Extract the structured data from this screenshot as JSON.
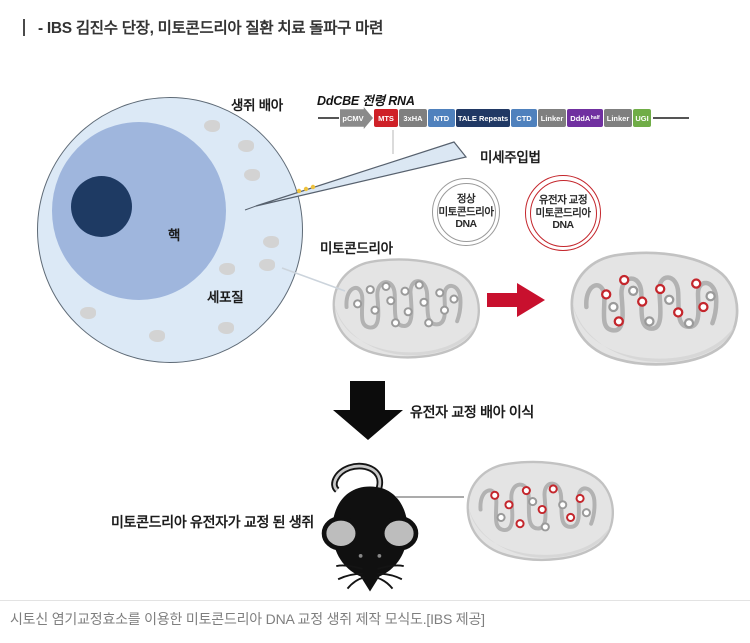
{
  "headline": {
    "bar": "|",
    "text": "- IBS 김진수 단장, 미토콘드리아 질환 치료 돌파구 마련"
  },
  "colors": {
    "cell_fill": "#dce9f6",
    "nucleus_fill": "#9fb6dd",
    "nucleolus_fill": "#1e3a63",
    "edited_red": "#c4262c",
    "arrow_red": "#c8102e",
    "arrow_black": "#0c0c0c",
    "mito_gray": "#e4e4e4"
  },
  "diagram": {
    "embryo_label": "생쥐 배아",
    "nucleus_label": "핵",
    "cytoplasm_label": "세포질",
    "microinjection_label": "미세주입법",
    "mitochondria_label": "미토콘드리아",
    "construct": {
      "title": "DdCBE 전령 RNA",
      "segments": [
        {
          "label": "pCMV",
          "color": "#8a8a8a"
        },
        {
          "label": "MTS",
          "color": "#cf2128"
        },
        {
          "label": "3xHA",
          "color": "#7f7f7f"
        },
        {
          "label": "NTD",
          "color": "#4f81bd"
        },
        {
          "label": "TALE Repeats",
          "color": "#203864"
        },
        {
          "label": "CTD",
          "color": "#4f81bd"
        },
        {
          "label": "Linker",
          "color": "#7f7f7f"
        },
        {
          "label": "DddA",
          "sub": "half",
          "color": "#7030a0"
        },
        {
          "label": "Linker",
          "color": "#7f7f7f"
        },
        {
          "label": "UGI",
          "color": "#70ad47"
        }
      ]
    },
    "normal_dna": {
      "line1": "정상",
      "line2": "미토콘드리아",
      "line3": "DNA"
    },
    "edited_dna": {
      "line1": "유전자 교정",
      "line2": "미토콘드리아",
      "line3": "DNA"
    },
    "transplant_label": "유전자 교정 배아 이식",
    "edited_mouse_label": "미토콘드리아 유전자가 교정 된 생쥐"
  },
  "caption": "시토신 염기교정효소를 이용한 미토콘드리아 DNA 교정 생쥐 제작 모식도.[IBS 제공]"
}
